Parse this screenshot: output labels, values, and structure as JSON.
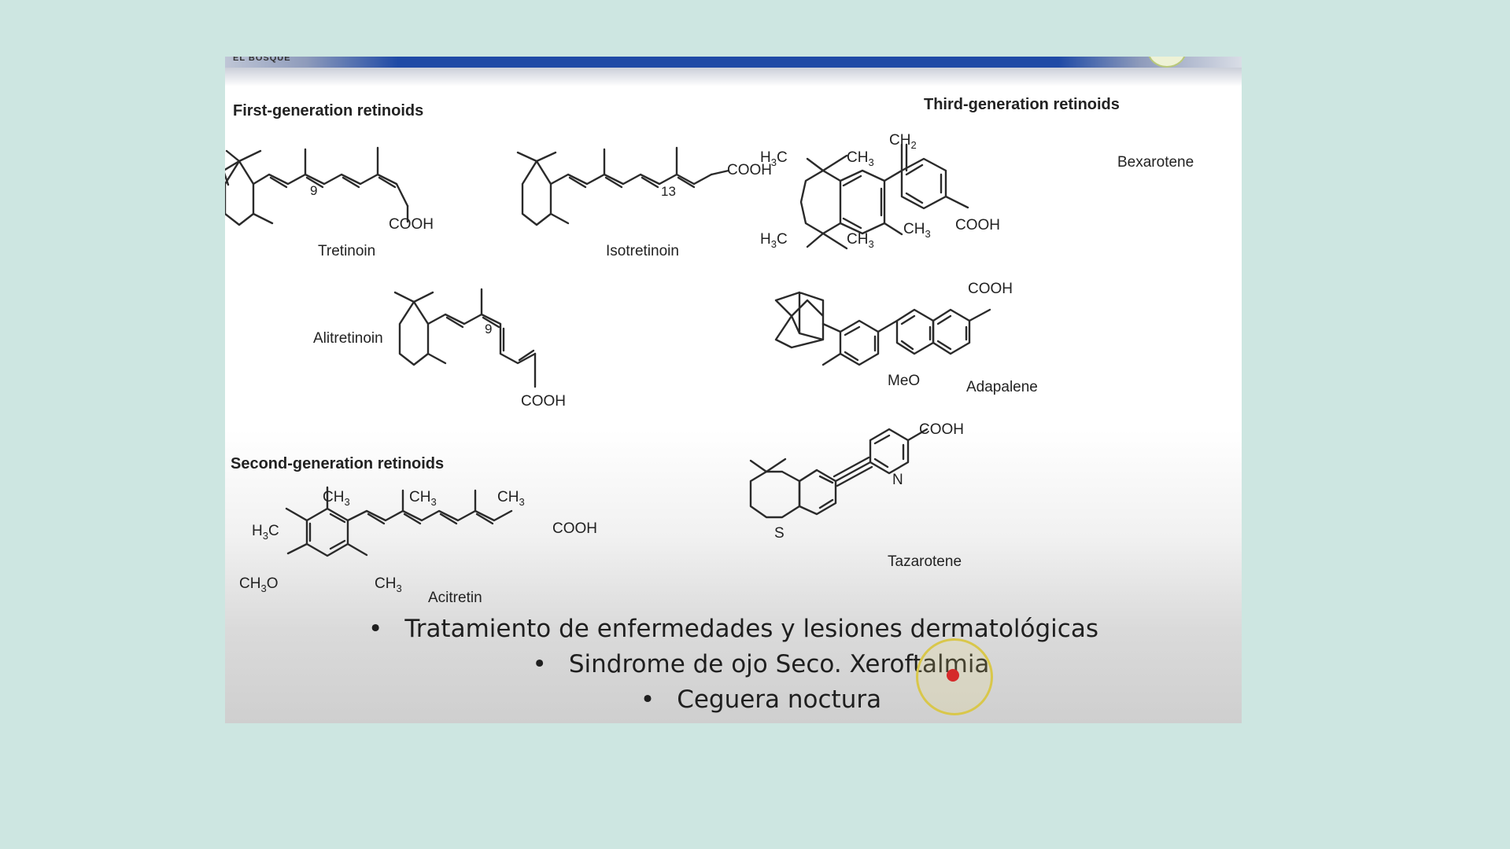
{
  "slide": {
    "logo_text": "EL BOSQUE",
    "headings": {
      "first": "First-generation retinoids",
      "second": "Second-generation retinoids",
      "third": "Third-generation retinoids"
    },
    "compounds": {
      "tretinoin": "Tretinoin",
      "isotretinoin": "Isotretinoin",
      "alitretinoin": "Alitretinoin",
      "acitretin": "Acitretin",
      "bexarotene": "Bexarotene",
      "adapalene": "Adapalene",
      "tazarotene": "Tazarotene"
    },
    "atoms": {
      "cooh": "COOH",
      "ch3": "CH",
      "ch2": "CH",
      "h3c": "H",
      "c": "C",
      "ch3o": "CH",
      "o": "O",
      "meo": "MeO",
      "n": "N",
      "s": "S",
      "sub3": "3",
      "sub2": "2",
      "pos9": "9",
      "pos13": "13"
    },
    "bullets": [
      "Tratamiento de enfermedades y  lesiones  dermatológicas",
      "Sindrome de ojo Seco. Xeroftalmia",
      "Ceguera noctura"
    ],
    "bullet_symbol": "•"
  },
  "colors": {
    "background": "#cde6e1",
    "header_bar": "#1f4aa6",
    "cursor_ring": "#d9c74a",
    "cursor_dot": "#d52a2a"
  }
}
